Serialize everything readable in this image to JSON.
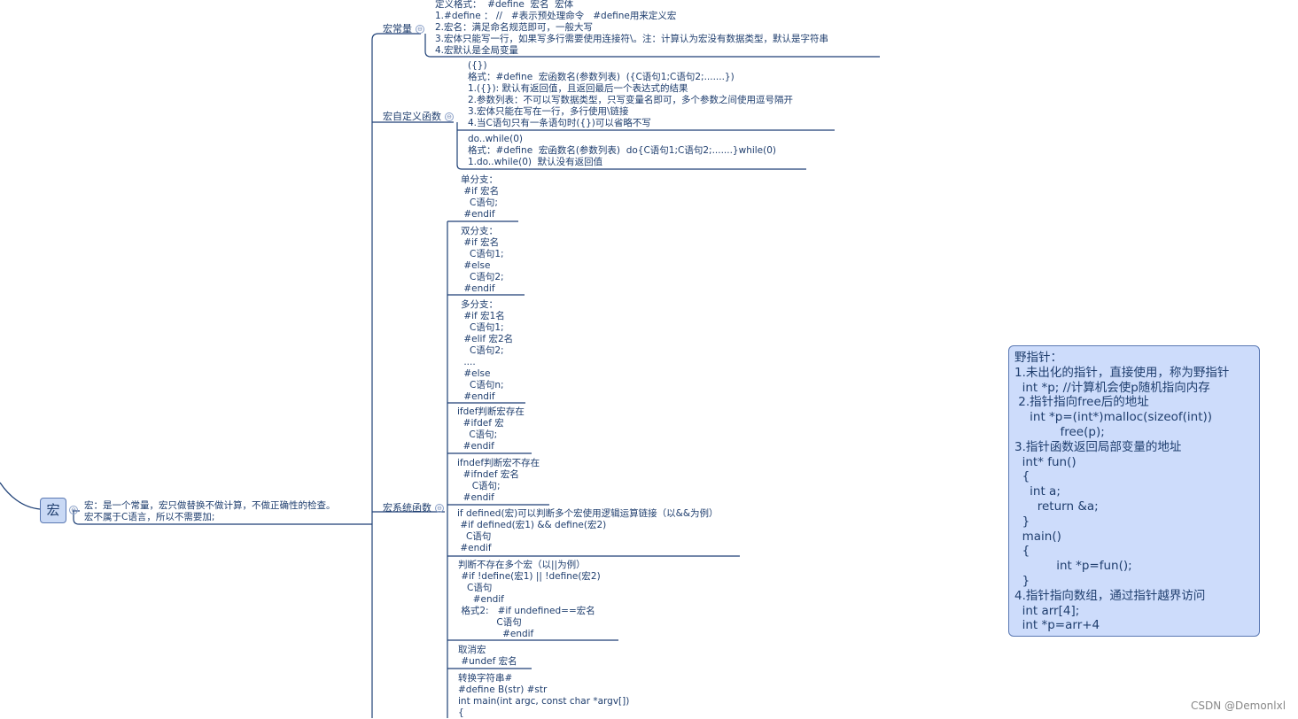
{
  "root": {
    "label": "宏",
    "description": "宏：是一个常量，宏只做替换不做计算，不做正确性的检查。\n宏不属于C语言，所以不需要加;"
  },
  "branches": {
    "constant": "宏常量",
    "custom_func": "宏自定义函数",
    "system_func": "宏系统函数"
  },
  "collapse_symbol": "⊖",
  "constant_text": "定义格式：  #define  宏名  宏体\n1.#define ： //   #表示预处理命令   #define用来定义宏\n2.宏名：满足命名规范即可，一般大写\n3.宏体只能写一行，如果写多行需要使用连接符\\。注：计算认为宏没有数据类型，默认是字符串\n4.宏默认是全局变量",
  "custom_items": [
    "({})\n格式：#define  宏函数名(参数列表)  ({C语句1;C语句2;.......})\n1.({}): 默认有返回值，且返回最后一个表达式的结果\n2.参数列表：不可以写数据类型，只写变量名即可，多个参数之间使用逗号隔开\n3.宏体只能在写在一行，多行使用\\链接\n4.当C语句只有一条语句时({})可以省略不写",
    "do..while(0)\n格式：#define  宏函数名(参数列表)  do{C语句1;C语句2;.......}while(0)\n1.do..while(0)  默认没有返回值"
  ],
  "system_items": [
    "单分支：\n #if 宏名\n   C语句;\n #endif",
    "双分支：\n #if 宏名\n   C语句1;\n #else\n   C语句2;\n #endif",
    "多分支：\n #if 宏1名\n   C语句1;\n #elif 宏2名\n   C语句2;\n ....\n #else\n   C语句n;\n #endif",
    "ifdef判断宏存在\n  #ifdef 宏\n    C语句;\n  #endif",
    "ifndef判断宏不存在\n  #ifndef 宏名\n     C语句;\n  #endif",
    "if defined(宏)可以判断多个宏使用逻辑运算链接（以&&为例）\n #if defined(宏1) && define(宏2)\n   C语句\n #endif",
    "判断不存在多个宏（以||为例）\n #if !define(宏1) || !define(宏2)\n   C语句\n     #endif\n 格式2:   #if undefined==宏名\n             C语句\n               #endif",
    "取消宏\n #undef 宏名",
    "转换字符串#\n#define B(str) #str\nint main(int argc, const char *argv[])\n{"
  ],
  "note": "野指针：\n1.未出化的指针，直接使用，称为野指针\n  int *p; //计算机会使p随机指向内存\n 2.指针指向free后的地址\n    int *p=(int*)malloc(sizeof(int))\n            free(p);\n3.指针函数返回局部变量的地址\n  int* fun()\n  {\n    int a;\n      return &a;\n  }\n  main()\n  {\n           int *p=fun();\n  }\n4.指针指向数组，通过指针越界访问\n  int arr[4];\n  int *p=arr+4",
  "watermark": "CSDN @Demonlxl"
}
